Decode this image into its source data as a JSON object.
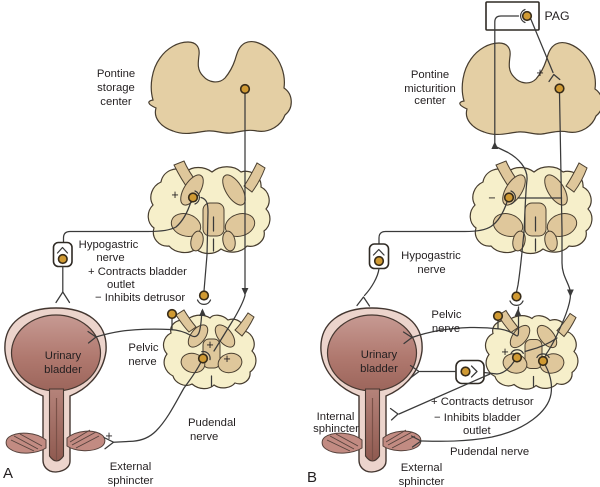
{
  "figure": {
    "description_domain": "neural-control-of-urinary-bladder-diagram"
  },
  "symbols": {
    "plus": "+",
    "minus": "−"
  },
  "colors": {
    "tissue": "#e4cfa4",
    "cord_white_matter": "#f6efca",
    "cord_gray_matter": "#dfc79b",
    "neuron": "#d09a33",
    "line": "#3a3a3a",
    "bladder_wall": "#ecd4cc",
    "bladder_body_top": "#c79a93",
    "bladder_body_bottom": "#9c655b",
    "text": "#231f20"
  },
  "panel_a": {
    "letter": "A",
    "pontine_center": [
      "Pontine",
      "storage",
      "center"
    ],
    "hypogastric_label": [
      "Hypogastric",
      "nerve"
    ],
    "hypogastric_caption": [
      "+ Contracts bladder",
      "outlet",
      "− Inhibits detrusor"
    ],
    "bladder_label": [
      "Urinary",
      "bladder"
    ],
    "pelvic_label": [
      "Pelvic",
      "nerve"
    ],
    "pudendal_label": [
      "Pudendal",
      "nerve"
    ],
    "external_sphincter_label": [
      "External",
      "sphincter"
    ]
  },
  "panel_b": {
    "letter": "B",
    "pag_label": "PAG",
    "pontine_center": [
      "Pontine",
      "micturition",
      "center"
    ],
    "hypogastric_label": [
      "Hypogastric",
      "nerve"
    ],
    "pelvic_label": [
      "Pelvic",
      "nerve"
    ],
    "bladder_label": [
      "Urinary",
      "bladder"
    ],
    "internal_sphincter_label": [
      "Internal",
      "sphincter"
    ],
    "pelvic_caption": [
      "+ Contracts detrusor",
      "− Inhibits bladder",
      "outlet"
    ],
    "pudendal_label": "Pudendal nerve",
    "external_sphincter_label": [
      "External",
      "sphincter"
    ]
  }
}
